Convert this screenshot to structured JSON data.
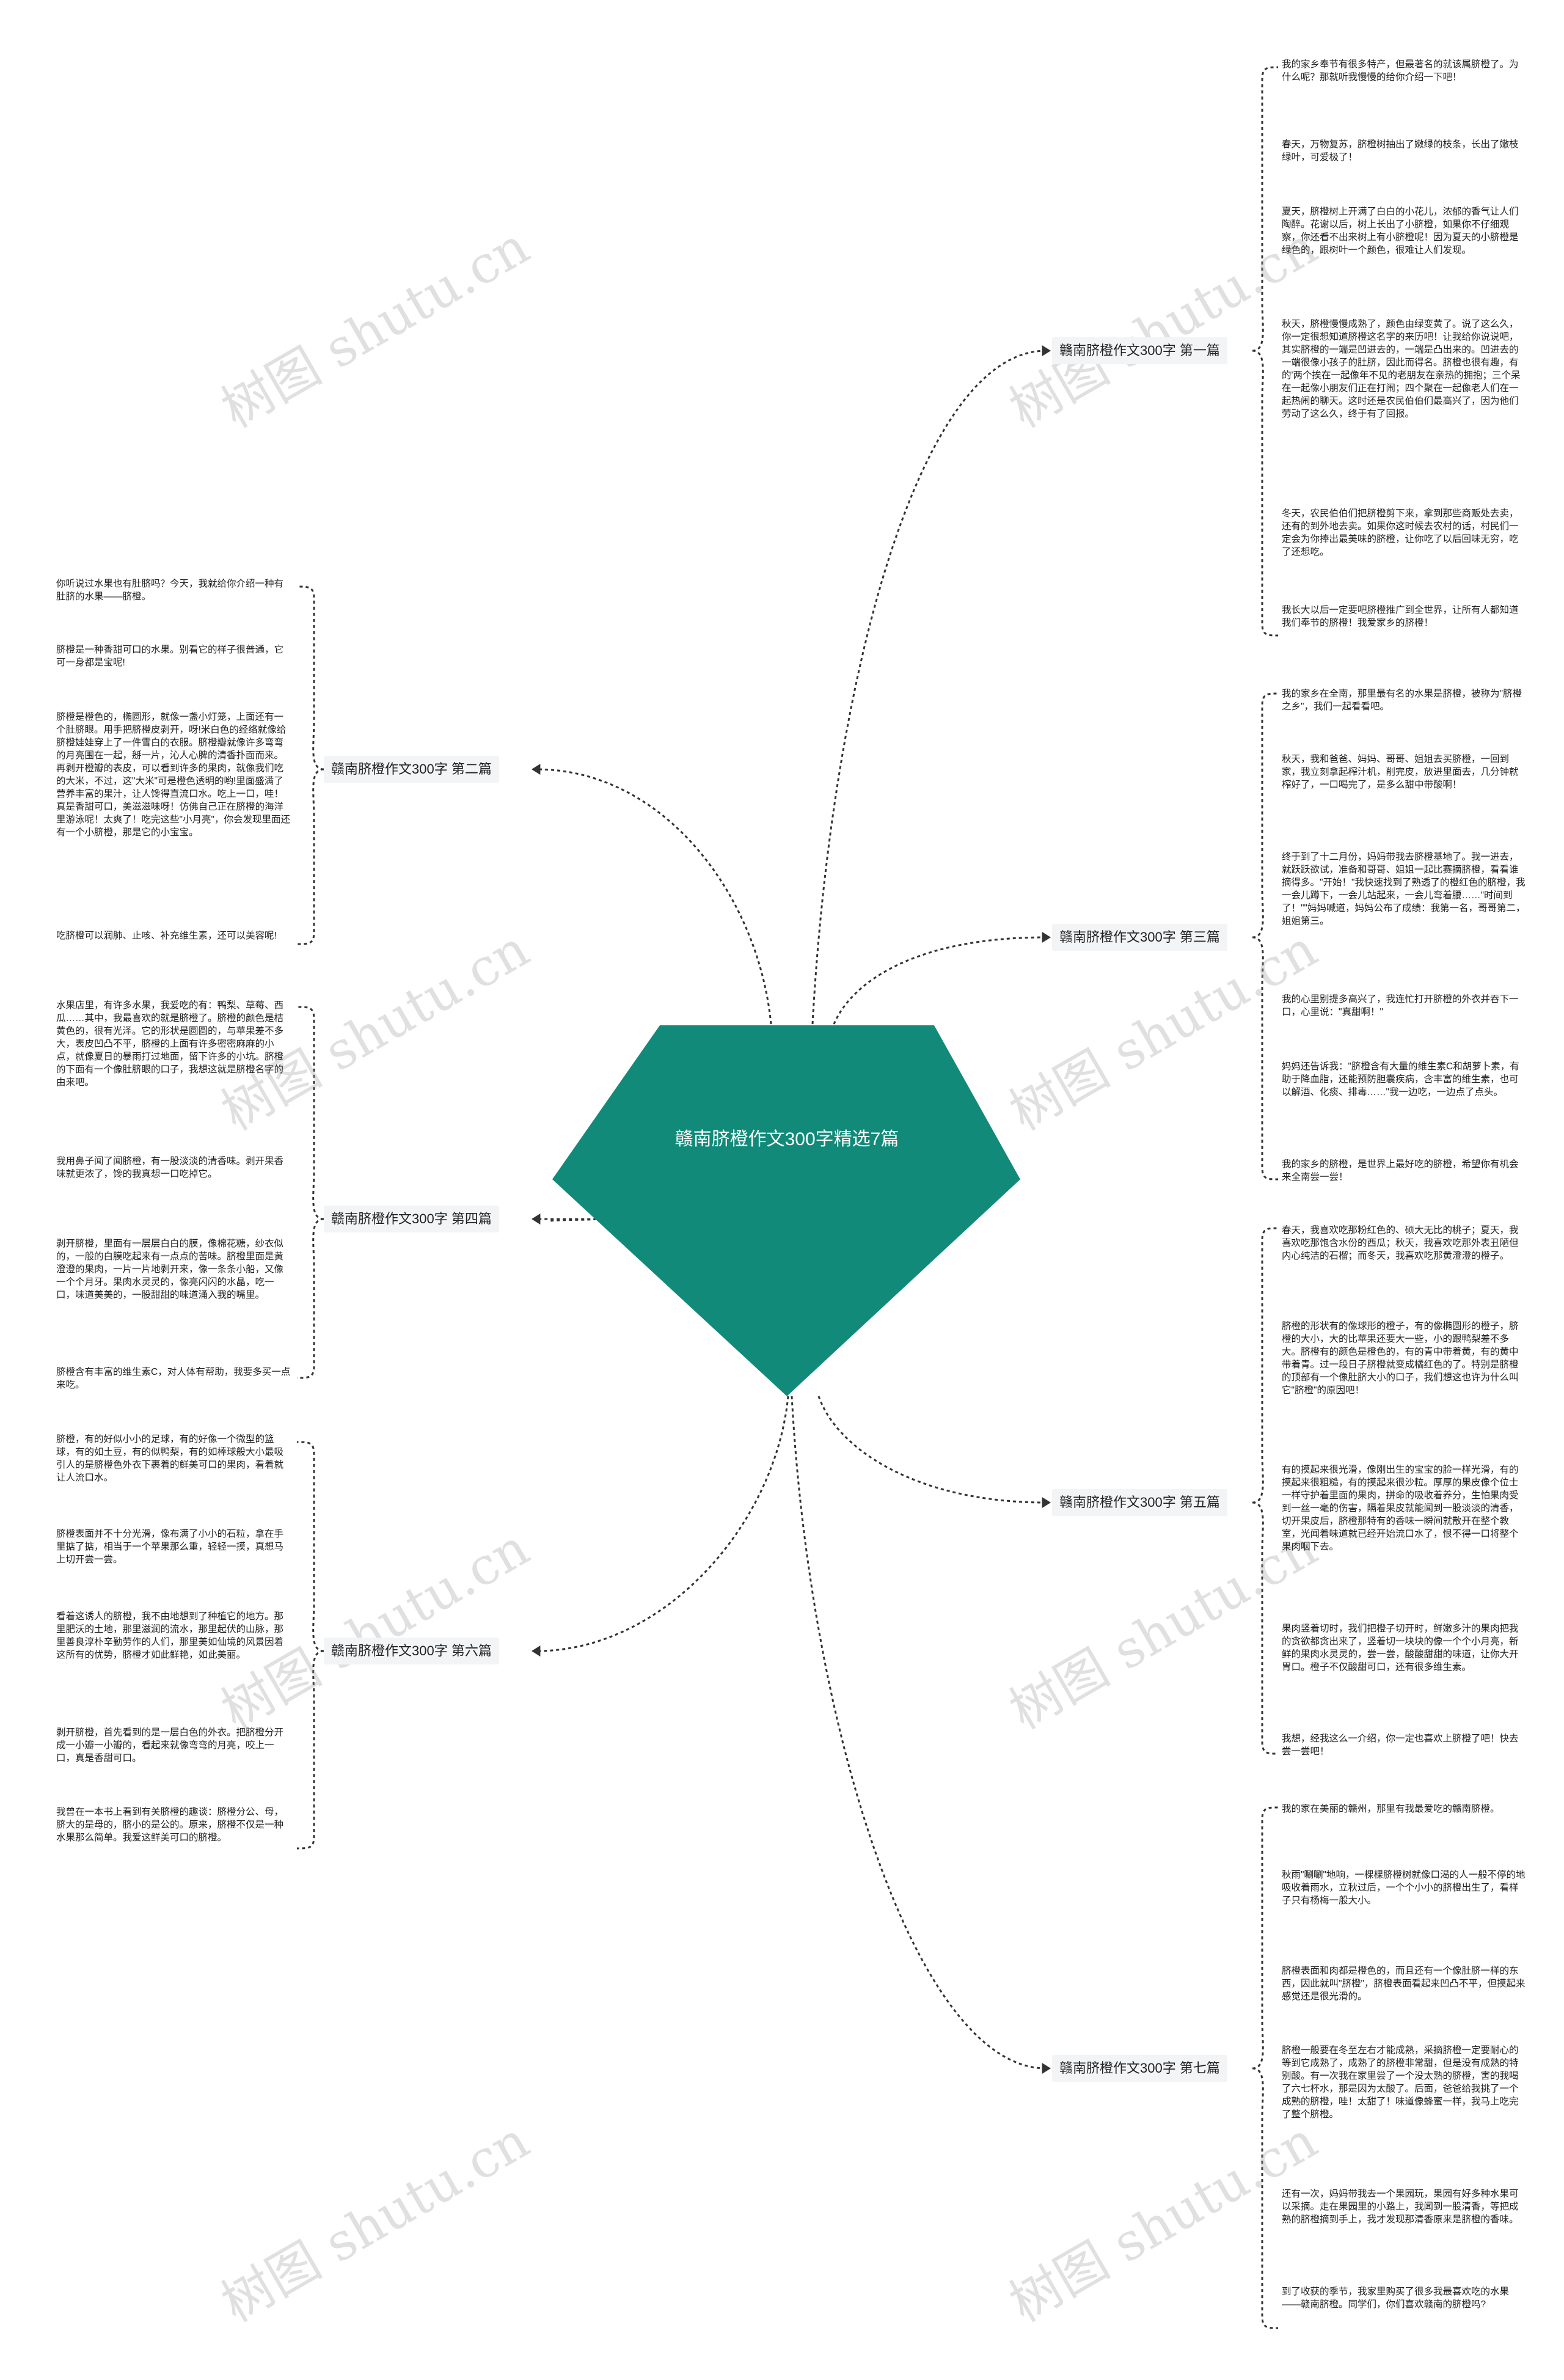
{
  "center": {
    "title": "赣南脐橙作文300字精选7篇",
    "color": "#118a79"
  },
  "watermark": "树图 shutu.cn",
  "branches": {
    "b1": {
      "label": "赣南脐橙作文300字 第一篇"
    },
    "b2": {
      "label": "赣南脐橙作文300字 第二篇"
    },
    "b3": {
      "label": "赣南脐橙作文300字 第三篇"
    },
    "b4": {
      "label": "赣南脐橙作文300字 第四篇"
    },
    "b5": {
      "label": "赣南脐橙作文300字 第五篇"
    },
    "b6": {
      "label": "赣南脐橙作文300字 第六篇"
    },
    "b7": {
      "label": "赣南脐橙作文300字 第七篇"
    }
  },
  "leaves": {
    "b1": [
      "我的家乡奉节有很多特产，但最著名的就该属脐橙了。为什么呢？那就听我慢慢的给你介绍一下吧！",
      "春天，万物复苏，脐橙树抽出了嫩绿的枝条，长出了嫩枝绿叶，可爱极了！",
      "夏天，脐橙树上开满了白白的小花儿，浓郁的香气让人们陶醉。花谢以后，树上长出了小脐橙，如果你不仔细观察，你还看不出来树上有小脐橙呢！因为夏天的小脐橙是绿色的，跟树叶一个颜色，很难让人们发现。",
      "秋天，脐橙慢慢成熟了，颜色由绿变黄了。说了这么久，你一定很想知道脐橙这名字的来历吧！让我给你说说吧，其实脐橙的一端是凹进去的，一端是凸出来的。凹进去的一端很像小孩子的肚脐，因此而得名。脐橙也很有趣，有的'两个挨在一起像年不见的老朋友在亲热的拥抱；三个呆在一起像小朋友们正在打闹；四个聚在一起像老人们在一起热闹的聊天。这时还是农民伯伯们最高兴了，因为他们劳动了这么久，终于有了回报。",
      "冬天，农民伯伯们把脐橙剪下来，拿到那些商贩处去卖，还有的到外地去卖。如果你这时候去农村的话，村民们一定会为你捧出最美味的脐橙，让你吃了以后回味无穷，吃了还想吃。",
      "我长大以后一定要吧脐橙推广到全世界，让所有人都知道我们奉节的脐橙！我爱家乡的脐橙！"
    ],
    "b2": [
      "你听说过水果也有肚脐吗？今天，我就给你介绍一种有肚脐的水果——脐橙。",
      "脐橙是一种香甜可口的水果。别看它的样子很普通，它可一身都是宝呢!",
      "脐橙是橙色的，椭圆形，就像一盏小灯笼，上面还有一个肚脐眼。用手把脐橙皮剥开，呀!米白色的经络就像给脐橙娃娃穿上了一件雪白的衣服。脐橙瓣就像许多弯弯的月亮围在一起，掰一片，沁人心脾的清香扑面而来。再剥开橙瓣的表皮，可以看到许多的果肉，就像我们吃的大米，不过，这\"大米\"可是橙色透明的哟!里面盛满了营养丰富的果汁，让人馋得直流口水。吃上一口，哇！真是香甜可口，美滋滋味呀！仿佛自己正在脐橙的海洋里游泳呢！太爽了！吃完这些\"小月亮\"，你会发现里面还有一个小脐橙，那是它的小宝宝。",
      "吃脐橙可以润肺、止咳、补充维生素，还可以美容呢!"
    ],
    "b3": [
      "我的家乡在全南，那里最有名的水果是脐橙，被称为\"脐橙之乡\"，我们一起看看吧。",
      "秋天，我和爸爸、妈妈、哥哥、姐姐去买脐橙，一回到家，我立刻拿起榨汁机，削完皮，放进里面去，几分钟就榨好了，一口喝完了，是多么甜中带酸啊！",
      "终于到了十二月份，妈妈带我去脐橙基地了。我一进去，就跃跃欲试，准备和哥哥、姐姐一起比赛摘脐橙，看看谁摘得多。\"开始！\"我快速找到了熟透了的橙红色的脐橙，我一会儿蹲下，一会儿站起来，一会儿弯着腰……\"时间到了！\"\"妈妈喊道，妈妈公布了成绩：我第一名，哥哥第二，姐姐第三。",
      "我的心里别提多高兴了，我连忙打开脐橙的外衣并吞下一口，心里说：\"真甜啊！\"",
      "妈妈还告诉我：\"脐橙含有大量的维生素C和胡萝卜素，有助于降血脂，还能预防胆囊疾病，含丰富的维生素，也可以解酒、化痰、排毒……\"我一边吃，一边点了点头。",
      "我的家乡的脐橙，是世界上最好吃的脐橙，希望你有机会来全南尝一尝！"
    ],
    "b4": [
      "水果店里，有许多水果，我爱吃的有：鸭梨、草莓、西瓜……其中，我最喜欢的就是脐橙了。脐橙的颜色是桔黄色的，很有光泽。它的形状是圆圆的，与苹果差不多大，表皮凹凸不平，脐橙的上面有许多密密麻麻的小点，就像夏日的暴雨打过地面，留下许多的小坑。脐橙的下面有一个像肚脐眼的口子，我想这就是脐橙名字的由来吧。",
      "我用鼻子闻了闻脐橙，有一股淡淡的清香味。剥开果香味就更浓了，馋的我真想一口吃掉它。",
      "剥开脐橙，里面有一层层白白的膜，像棉花糖，纱衣似的，一般的白膜吃起来有一点点的苦味。脐橙里面是黄澄澄的果肉，一片一片地剥开来，像一条条小船，又像一个个月牙。果肉水灵灵的，像亮闪闪的水晶，吃一口，味道美美的，一股甜甜的味道涌入我的嘴里。",
      "脐橙含有丰富的维生素C，对人体有帮助，我要多买一点来吃。"
    ],
    "b5": [
      "春天，我喜欢吃那粉红色的、硕大无比的桃子；夏天，我喜欢吃那饱含水份的西瓜；秋天，我喜欢吃那外表丑陋但内心纯洁的石榴；而冬天，我喜欢吃那黄澄澄的橙子。",
      "脐橙的形状有的像球形的橙子，有的像椭圆形的橙子，脐橙的大小，大的比苹果还要大一些，小的跟鸭梨差不多大。脐橙有的颜色是橙色的，有的青中带着黄，有的黄中带着青。过一段日子脐橙就变成橘红色的了。特别是脐橙的顶部有一个像肚脐大小的口子，我们想这也许为什么叫它\"脐橙\"的原因吧！",
      "有的摸起来很光滑，像刚出生的宝宝的脸一样光滑，有的摸起来很粗糙，有的摸起来很沙粒。厚厚的果皮像个位士一样守护着里面的果肉，拼命的吸收着养分，生怕果肉受到一丝一毫的伤害，隔着果皮就能闻到一股淡淡的清香，切开果皮后，脐橙那特有的香味一瞬间就散开在整个教室，光闻着味道就已经开始流口水了，恨不得一口将整个果肉咽下去。",
      "果肉竖着切时，我们把橙子切开时，鲜嫩多汁的果肉把我的贪欲都贪出来了，竖着切一块块的像一个个小月亮，新鲜的果肉水灵灵的，尝一尝，酸酸甜甜的味道，让你大开胃口。橙子不仅酸甜可口，还有很多维生素。",
      "我想，经我这么一介绍，你一定也喜欢上脐橙了吧！快去尝一尝吧！"
    ],
    "b6": [
      "脐橙，有的好似小小的足球，有的好像一个微型的篮球，有的如土豆，有的似鸭梨，有的如棒球般大小最吸引人的是脐橙色外衣下裹着的鲜美可口的果肉，看着就让人流口水。",
      "脐橙表面并不十分光滑，像布满了小小的石粒，拿在手里掂了掂，相当于一个苹果那么重，轻轻一摸，真想马上切开尝一尝。",
      "看着这诱人的脐橙，我不由地想到了种植它的地方。那里肥沃的土地，那里滋润的流水，那里起伏的山脉，那里善良淳朴辛勤劳作的人们，那里美如仙境的风景因着这所有的优势，脐橙才如此鲜艳，如此美丽。",
      "剥开脐橙，首先看到的是一层白色的外衣。把脐橙分开成一小瓣一小瓣的，看起来就像弯弯的月亮，咬上一口，真是香甜可口。",
      "我曾在一本书上看到有关脐橙的趣谈：脐橙分公、母，脐大的是母的，脐小的是公的。原来，脐橙不仅是一种水果那么简单。我爱这鲜美可口的脐橙。"
    ],
    "b7": [
      "我的家在美丽的赣州，那里有我最爱吃的赣南脐橙。",
      "秋雨\"唰唰\"地响，一棵棵脐橙树就像口渴的人一般不停的地吸收着雨水，立秋过后，一个个小小的脐橙出生了，看样子只有杨梅一般大小。",
      "脐橙表面和肉都是橙色的，而且还有一个像肚脐一样的东西，因此就叫\"脐橙\"，脐橙表面看起来凹凸不平，但摸起来感觉还是很光滑的。",
      "脐橙一般要在冬至左右才能成熟，采摘脐橙一定要耐心的等到它成熟了，成熟了的脐橙非常甜，但是没有成熟的特别酸。有一次我在家里尝了一个没太熟的脐橙，害的我喝了六七杯水，那是因为太酸了。后面，爸爸给我挑了一个成熟的脐橙，哇！太甜了！味道像蜂蜜一样，我马上吃完了整个脐橙。",
      "还有一次，妈妈带我去一个果园玩，果园有好多种水果可以采摘。走在果园里的小路上，我闻到一股清香，等把成熟的脐橙摘到手上，我才发现那清香原来是脐橙的香味。",
      "到了收获的季节，我家里购买了很多我最喜欢吃的水果——赣南脐橙。同学们，你们喜欢赣南的脐橙吗?"
    ]
  }
}
